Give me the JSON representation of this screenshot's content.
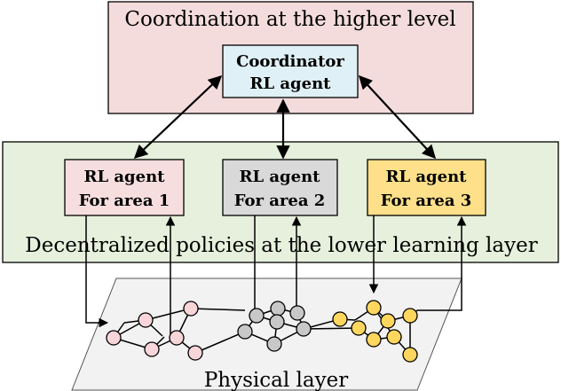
{
  "higher": {
    "title": "Coordination at the higher level",
    "coordinator": {
      "line1": "Coordinator",
      "line2": "RL agent"
    }
  },
  "lower": {
    "title": "Decentralized policies at the lower learning layer",
    "agents": [
      {
        "line1": "RL agent",
        "line2": "For area 1"
      },
      {
        "line1": "RL agent",
        "line2": "For area 2"
      },
      {
        "line1": "RL agent",
        "line2": "For area 3"
      }
    ]
  },
  "physical": {
    "title": "Physical layer"
  },
  "colors": {
    "higher_bg": "#f4dcdc",
    "lower_bg": "#e6f0dc",
    "coordinator_bg": "#dff0f6",
    "area1": "#f7dede",
    "area2": "#d9d9d9",
    "area3": "#ffe08a",
    "physical_bg": "#f2f2f2"
  }
}
